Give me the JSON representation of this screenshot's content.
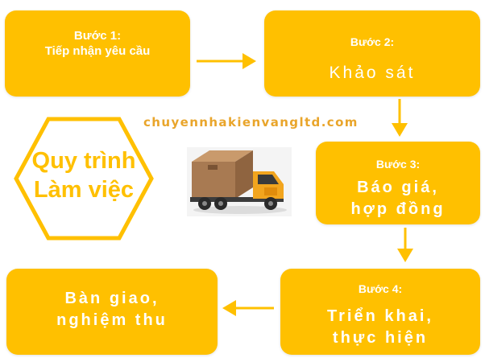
{
  "website": "chuyennhakienvangltd.com",
  "title": {
    "line1": "Quy trình",
    "line2": "Làm việc"
  },
  "steps": [
    {
      "title": "Bước 1:",
      "body_line1": "Tiếp nhận yêu cầu"
    },
    {
      "title": "Bước 2:",
      "body_line1": "Khảo sát"
    },
    {
      "title": "Bước 3:",
      "body_line1": "Báo giá,",
      "body_line2": "hợp đồng"
    },
    {
      "title": "Bước 4:",
      "body_line1": "Triển khai,",
      "body_line2": "thực hiện"
    },
    {
      "body_line1": "Bàn giao,",
      "body_line2": "nghiệm thu"
    }
  ],
  "icons": {
    "truck": "truck-icon"
  },
  "colors": {
    "box": "#ffc000",
    "arrow": "#ffc000",
    "website_text": "#e9a52b",
    "text": "#ffffff"
  }
}
